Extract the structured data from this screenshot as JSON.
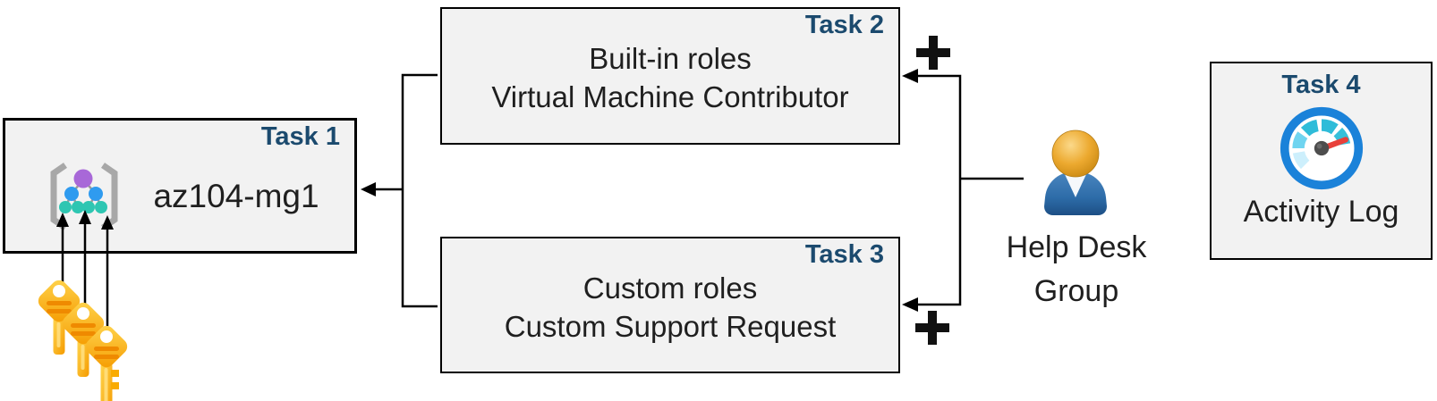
{
  "diagram": {
    "task1": {
      "label": "Task 1",
      "title": "az104-mg1"
    },
    "task2": {
      "label": "Task 2",
      "line1": "Built-in roles",
      "line2": "Virtual Machine Contributor"
    },
    "task3": {
      "label": "Task 3",
      "line1": "Custom roles",
      "line2": "Custom Support Request"
    },
    "task4": {
      "label": "Task 4",
      "caption": "Activity Log"
    },
    "help_desk": {
      "line1": "Help Desk",
      "line2": "Group"
    }
  },
  "icons": {
    "management_group": "management-group-icon",
    "keys": "access-keys-icon",
    "person": "user-group-icon",
    "gauge": "activity-log-gauge-icon",
    "plus": "plus-icon"
  },
  "colors": {
    "box_fill": "#f2f2f2",
    "box_border": "#000000",
    "task_label": "#1b4a6e",
    "body_text": "#1f1f1f",
    "connector": "#000000",
    "key_gold_light": "#ffd54f",
    "key_gold_dark": "#f59b00",
    "key_stripe": "#ef8a00",
    "mg_purple": "#a868d8",
    "mg_blue": "#2f9bef",
    "mg_teal": "#2ec6b2",
    "mg_bracket": "#a8a8a8",
    "gauge_ring": "#1b82d9",
    "gauge_needle": "#e8403a",
    "gauge_hub": "#4d4d4d",
    "person_head": "#eca92f",
    "person_body": "#2d6ca8"
  }
}
